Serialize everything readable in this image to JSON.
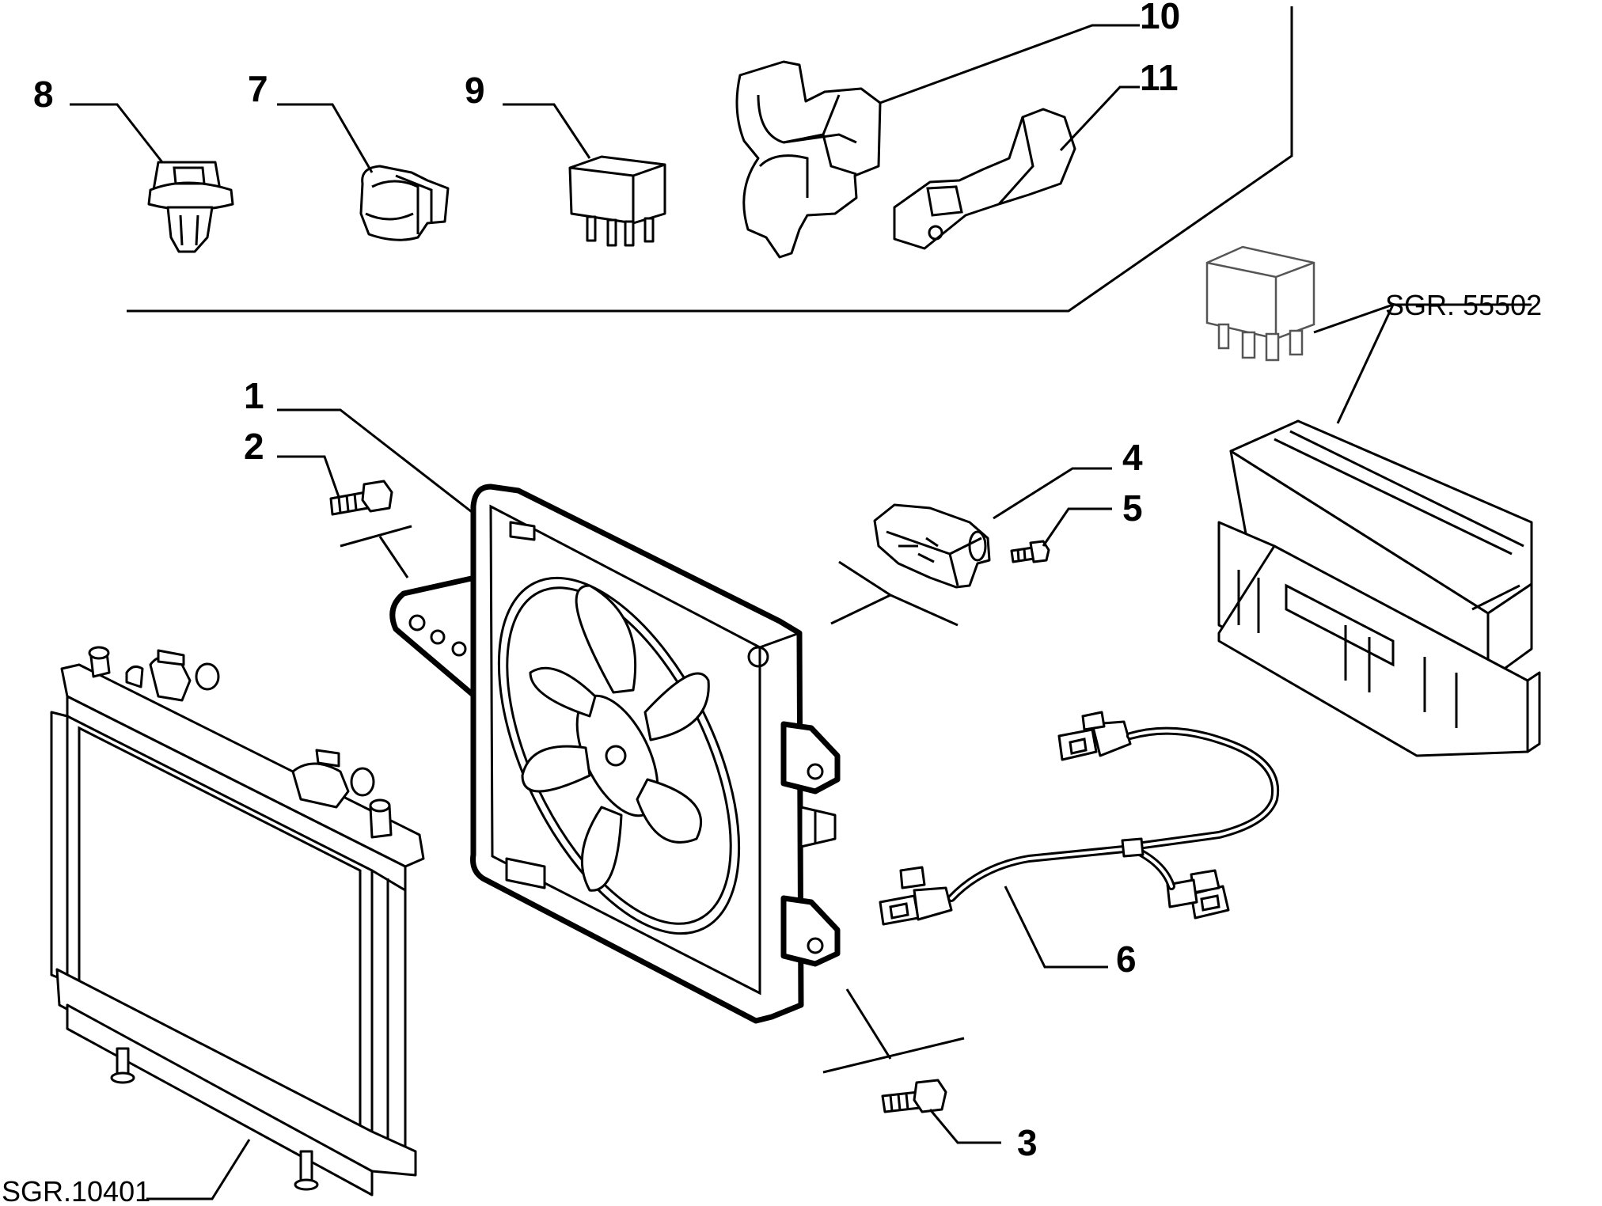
{
  "callouts": {
    "c1": "1",
    "c2": "2",
    "c3": "3",
    "c4": "4",
    "c5": "5",
    "c6": "6",
    "c7": "7",
    "c8": "8",
    "c9": "9",
    "c10": "10",
    "c11": "11"
  },
  "references": {
    "relay_group": "SGR. 55502",
    "radiator": "SGR.10401"
  },
  "colors": {
    "line": "#000000",
    "background": "#ffffff"
  }
}
